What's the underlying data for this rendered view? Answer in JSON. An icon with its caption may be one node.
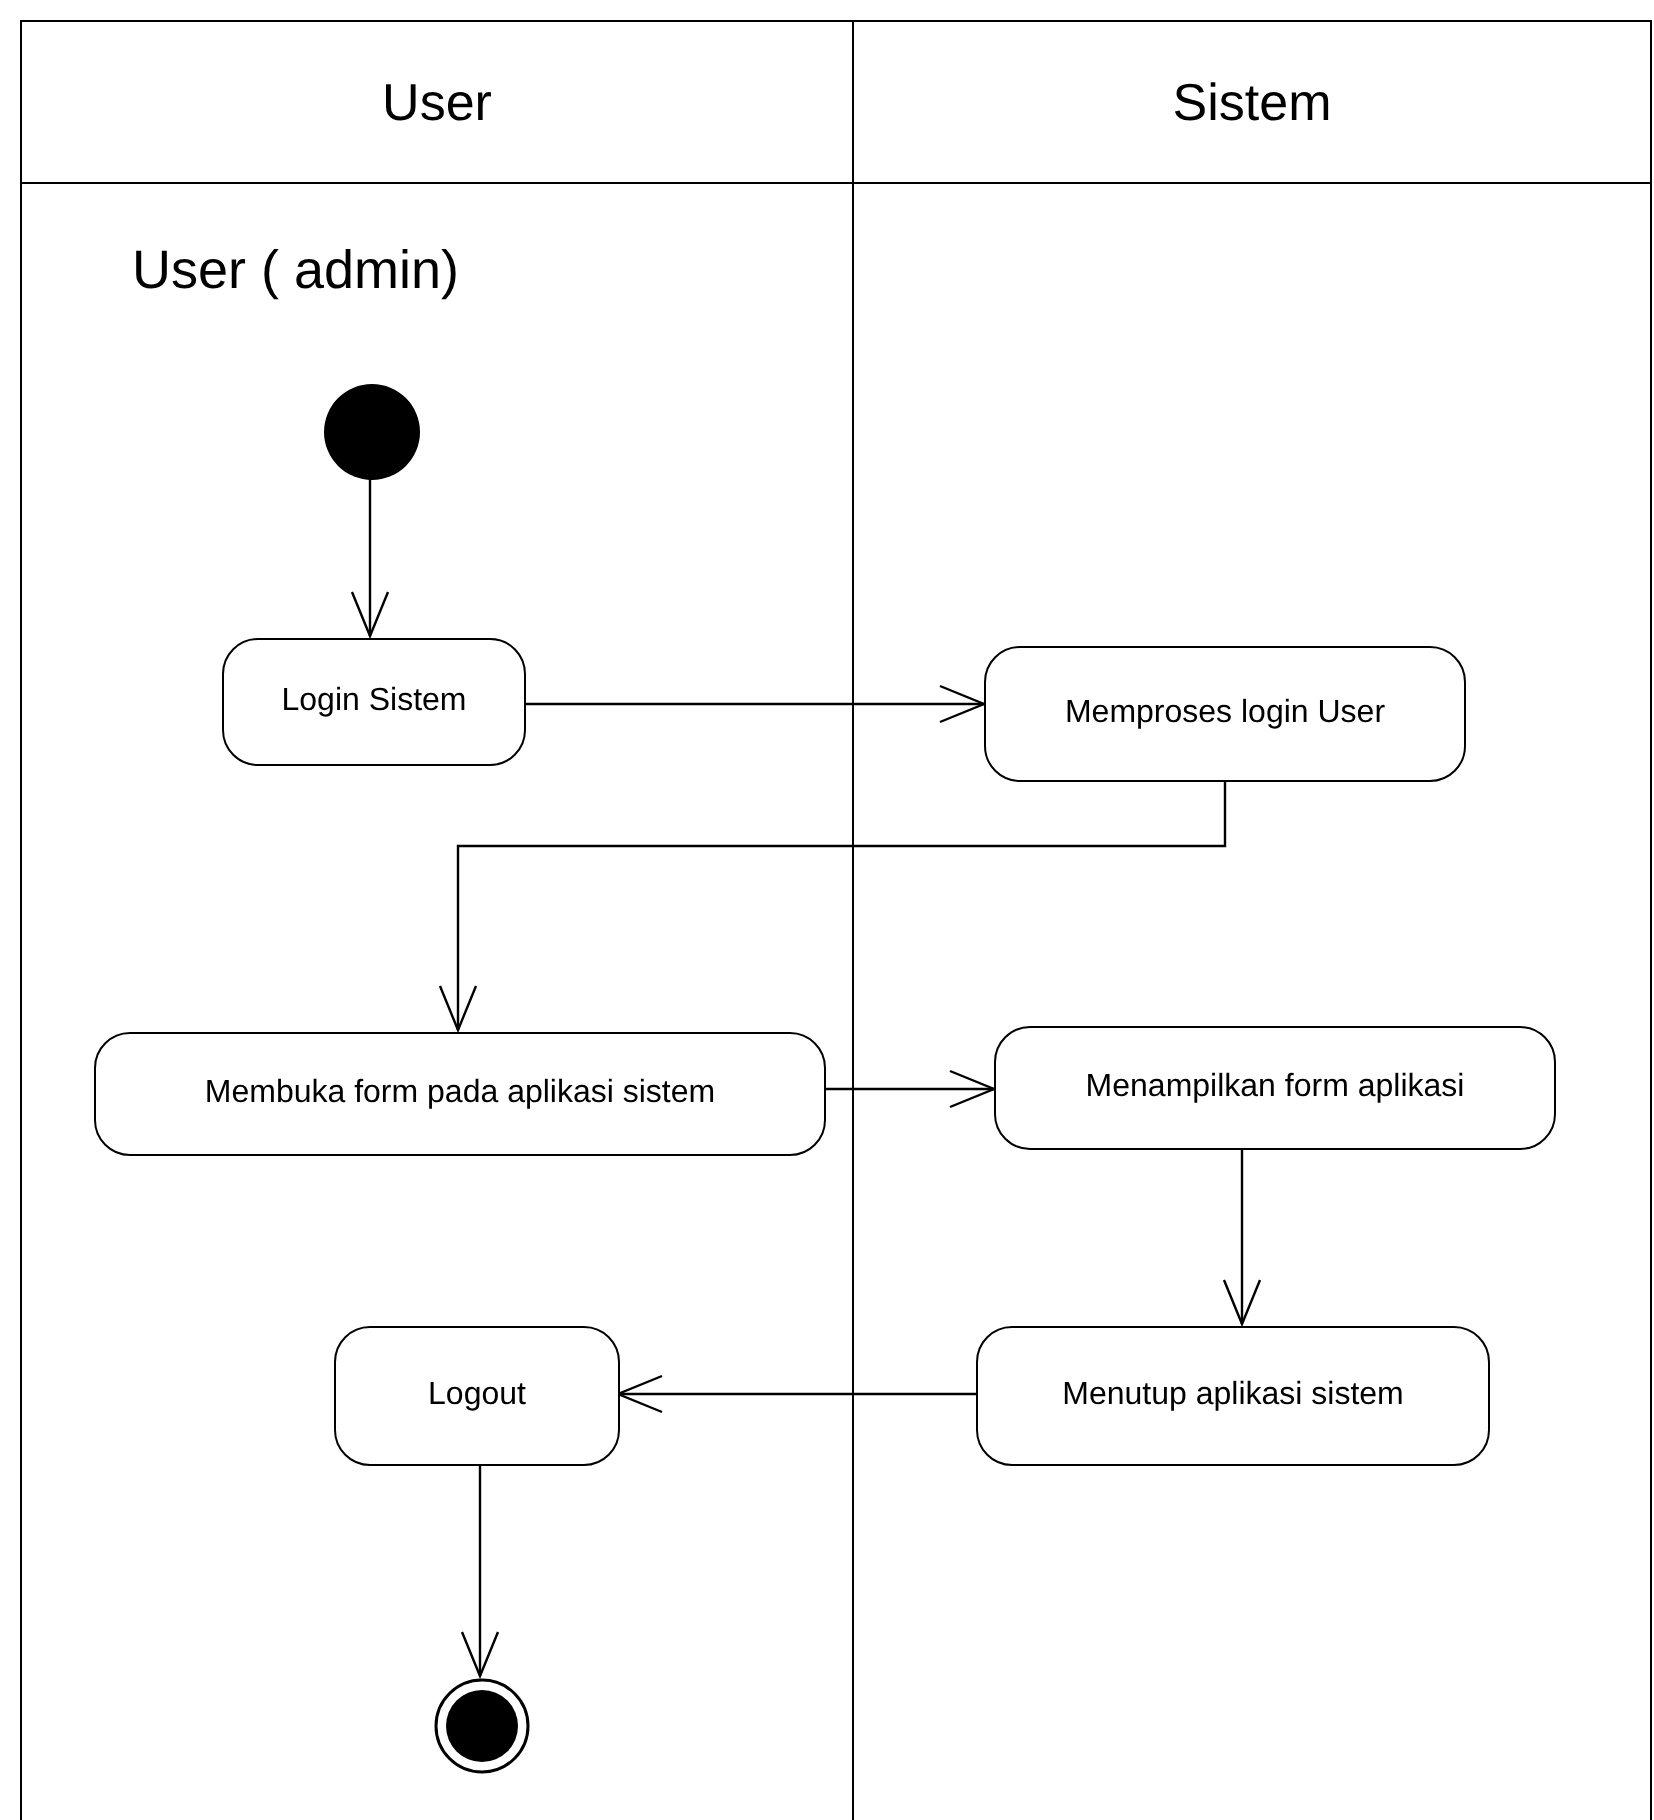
{
  "diagram": {
    "nodes": [
      {
        "text": [
          "User"
        ]
      },
      {
        "text": [
          "Sistem"
        ]
      },
      {
        "text": [],
        "shape": "circle",
        "in": 0
      },
      {
        "text": [
          "Login Sistem"
        ],
        "in": 0
      },
      {
        "text": [
          "Memproses login User"
        ],
        "in": 1
      },
      {
        "text": [
          "Membuka form pada aplikasi sistem"
        ],
        "in": 0
      },
      {
        "text": [
          "Menampilkan form aplikasi"
        ],
        "in": 1
      },
      {
        "text": [
          "Menutup aplikasi sistem"
        ],
        "in": 1
      },
      {
        "text": [
          "Logout"
        ],
        "in": 0
      },
      {
        "text": [],
        "shape": "circle",
        "in": 0
      }
    ],
    "edges": [
      {
        "from": 2,
        "to": 3,
        "arrow": "to"
      },
      {
        "from": 3,
        "to": 4,
        "arrow": "to"
      },
      {
        "from": 4,
        "to": 5,
        "arrow": "to"
      },
      {
        "from": 5,
        "to": 6,
        "arrow": "to"
      },
      {
        "from": 6,
        "to": 7,
        "arrow": "to"
      },
      {
        "from": 7,
        "to": 8,
        "arrow": "to"
      },
      {
        "from": 8,
        "to": 9,
        "arrow": "to"
      }
    ],
    "labels": [
      "User ( admin)"
    ]
  }
}
